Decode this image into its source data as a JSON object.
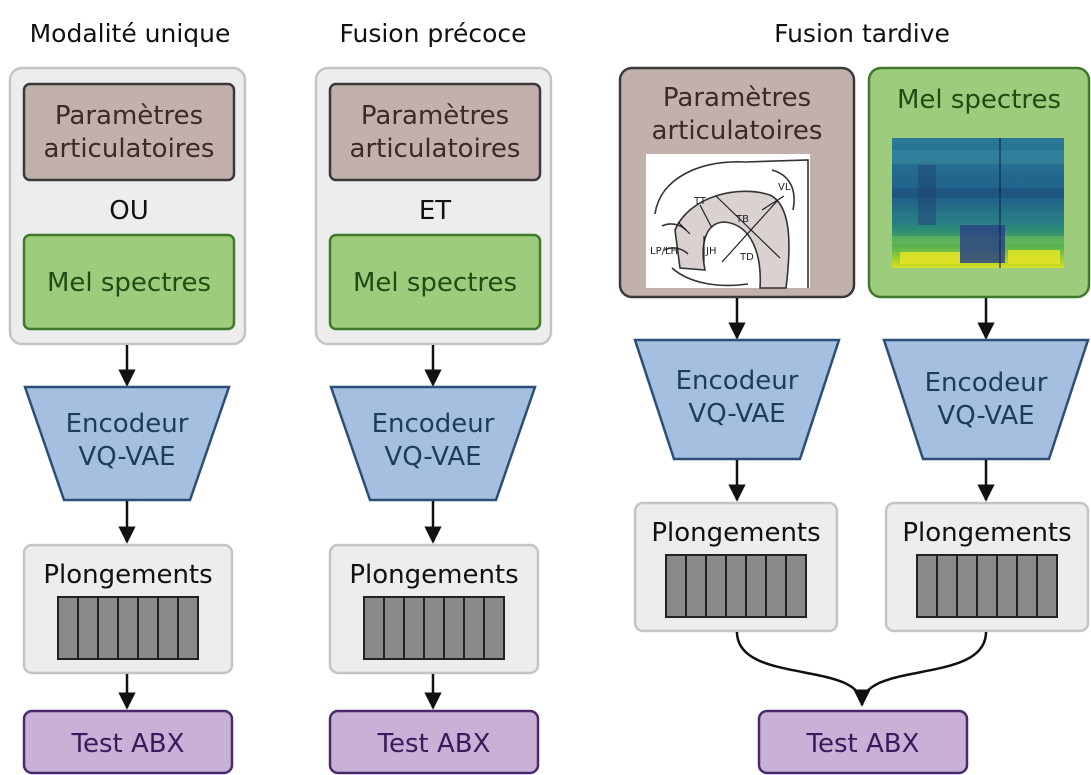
{
  "columns": {
    "single": {
      "title": "Modalité unique",
      "articulatory": [
        "Paramètres",
        "articulatoires"
      ],
      "connector": "OU",
      "mel": "Mel spectres",
      "encoder": [
        "Encodeur",
        "VQ-VAE"
      ],
      "embeddings": "Plongements",
      "test": "Test ABX"
    },
    "early": {
      "title": "Fusion précoce",
      "articulatory": [
        "Paramètres",
        "articulatoires"
      ],
      "connector": "ET",
      "mel": "Mel spectres",
      "encoder": [
        "Encodeur",
        "VQ-VAE"
      ],
      "embeddings": "Plongements",
      "test": "Test ABX"
    },
    "late": {
      "title": "Fusion tardive",
      "articulatory": [
        "Paramètres",
        "articulatoires"
      ],
      "mel": "Mel spectres",
      "encoder_left": [
        "Encodeur",
        "VQ-VAE"
      ],
      "encoder_right": [
        "Encodeur",
        "VQ-VAE"
      ],
      "embeddings_left": "Plongements",
      "embeddings_right": "Plongements",
      "test": "Test ABX"
    }
  },
  "vocal_tract_labels": [
    "TT",
    "TB",
    "VL",
    "LP/LH",
    "JH",
    "TD"
  ],
  "colors": {
    "panel": "#ededed",
    "articulatory": "#c2b0ad",
    "mel": "#9dcc7c",
    "encoder": "#a4bfdf",
    "embedding_cell": "#8a8a8a",
    "test": "#c8b0d6"
  }
}
